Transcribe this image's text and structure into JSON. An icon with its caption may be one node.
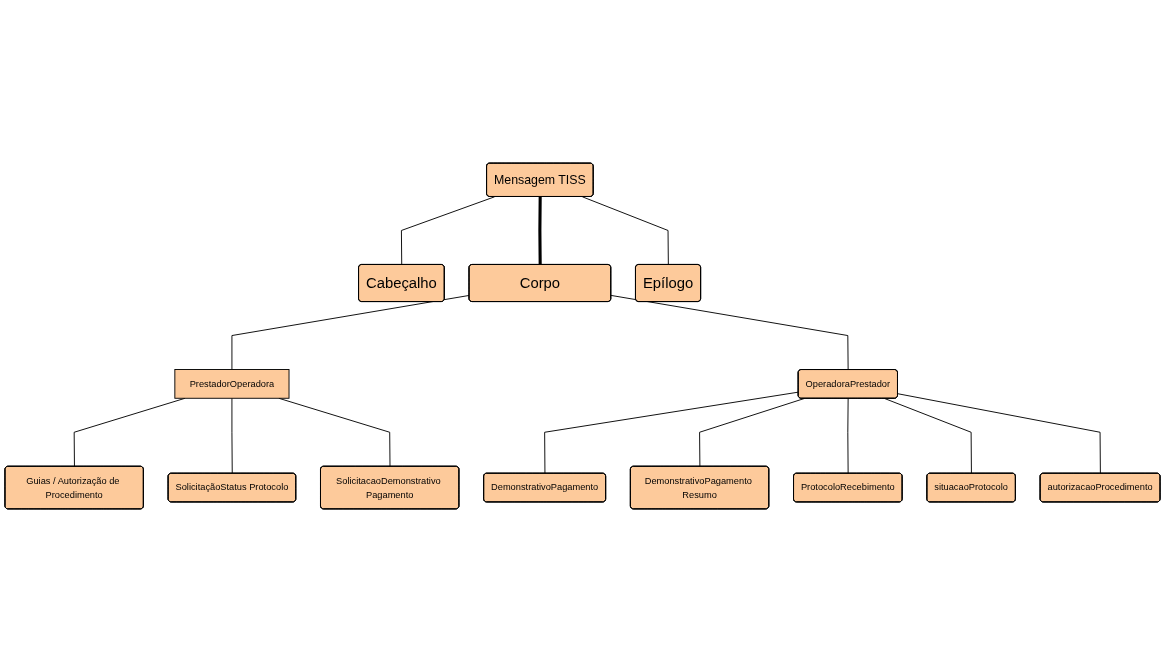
{
  "diagram": {
    "nodes": [
      {
        "text": [
          "Mensagem TISS"
        ]
      },
      {
        "text": [
          "Cabeçalho"
        ]
      },
      {
        "text": [
          "Corpo"
        ]
      },
      {
        "text": [
          "Epílogo"
        ]
      },
      {
        "text": [
          "PrestadorOperadora"
        ]
      },
      {
        "text": [
          "OperadoraPrestador"
        ]
      },
      {
        "text": [
          "Guias / Autorização de Procedimento"
        ]
      },
      {
        "text": [
          "SolicitaçãoStatus Protocolo"
        ]
      },
      {
        "text": [
          "SolicitacaoDemonstrativo Pagamento"
        ]
      },
      {
        "text": [
          "DemonstrativoPagamento"
        ]
      },
      {
        "text": [
          "DemonstrativoPagamento Resumo"
        ]
      },
      {
        "text": [
          "ProtocoloRecebimento"
        ]
      },
      {
        "text": [
          "situacaoProtocolo"
        ]
      },
      {
        "text": [
          "autorizacaoProcedimento"
        ]
      }
    ],
    "edges": [
      {
        "from": 0,
        "to": 1,
        "arrow": "none"
      },
      {
        "from": 0,
        "to": 2,
        "arrow": "none",
        "style": "thick"
      },
      {
        "from": 0,
        "to": 3,
        "arrow": "none"
      },
      {
        "from": 2,
        "to": 4,
        "arrow": "none"
      },
      {
        "from": 2,
        "to": 5,
        "arrow": "none"
      },
      {
        "from": 4,
        "to": 6,
        "arrow": "none"
      },
      {
        "from": 4,
        "to": 7,
        "arrow": "none"
      },
      {
        "from": 4,
        "to": 8,
        "arrow": "none"
      },
      {
        "from": 5,
        "to": 9,
        "arrow": "none"
      },
      {
        "from": 5,
        "to": 10,
        "arrow": "none"
      },
      {
        "from": 5,
        "to": 11,
        "arrow": "none"
      },
      {
        "from": 5,
        "to": 12,
        "arrow": "none"
      },
      {
        "from": 5,
        "to": 13,
        "arrow": "none"
      }
    ]
  }
}
